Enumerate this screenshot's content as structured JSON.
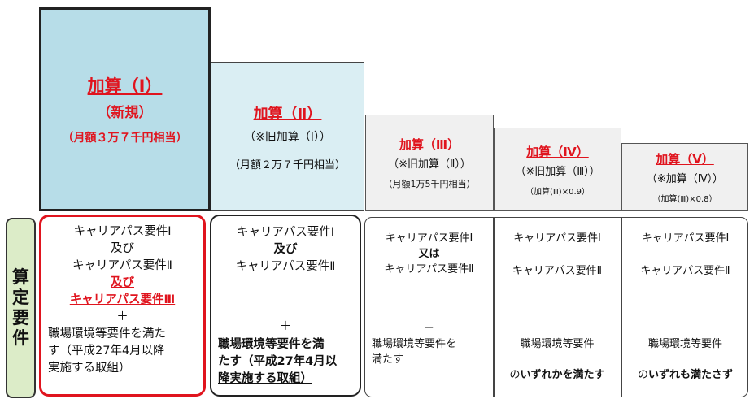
{
  "headers": [
    {
      "title": "加算（Ⅰ）",
      "sub": "（新規）",
      "amount": "（月額３万７千円相当）"
    },
    {
      "title": "加算（Ⅱ）",
      "sub": "（※旧加算（Ⅰ））",
      "amount": "（月額２万７千円相当）"
    },
    {
      "title": "加算（Ⅲ）",
      "sub": "（※旧加算（Ⅱ））",
      "amount": "（月額1万5千円相当）"
    },
    {
      "title": "加算（Ⅳ）",
      "sub": "（※旧加算（Ⅲ））",
      "amount": "（加算(Ⅲ)×0.9）"
    },
    {
      "title": "加算（Ⅴ）",
      "sub": "（※加算（Ⅳ））",
      "amount": "（加算(Ⅲ)×0.8）"
    }
  ],
  "side_label": [
    "算",
    "定",
    "要",
    "件"
  ],
  "req1": {
    "l1": "キャリアパス要件Ⅰ",
    "l2": "及び",
    "l3": "キャリアパス要件Ⅱ",
    "l4": "及び",
    "l5": "キャリアパス要件Ⅲ",
    "l6": "＋",
    "l7": "職場環境等要件を満た",
    "l8": "す（平成27年4月以降",
    "l9": "実施する取組）"
  },
  "req2": {
    "l1": "キャリアパス要件Ⅰ",
    "l2": "及び",
    "l3": "キャリアパス要件Ⅱ",
    "l4": "＋",
    "l5": "職場環境等要件を満",
    "l6": "たす（平成27年4月以",
    "l7": "降実施する取組）"
  },
  "req3": {
    "l1": "キャリアパス要件Ⅰ",
    "l2": "又は",
    "l3": "キャリアパス要件Ⅱ",
    "l4": "＋",
    "l5": "職場環境等要件を",
    "l6": "満たす"
  },
  "req4": {
    "l1": "キャリアパス要件Ⅰ",
    "l2": "キャリアパス要件Ⅱ",
    "l3": "職場環境等要件",
    "l4a": "の",
    "l4b": "いずれかを満たす"
  },
  "req5": {
    "l1": "キャリアパス要件Ⅰ",
    "l2": "キャリアパス要件Ⅱ",
    "l3": "職場環境等要件",
    "l4a": "の",
    "l4b": "いずれも満たさず"
  },
  "colors": {
    "accent_red": "#e0141e",
    "header1_bg": "#b7dde8",
    "header2_bg": "#daeef3",
    "side_bg": "#dcecc8"
  }
}
